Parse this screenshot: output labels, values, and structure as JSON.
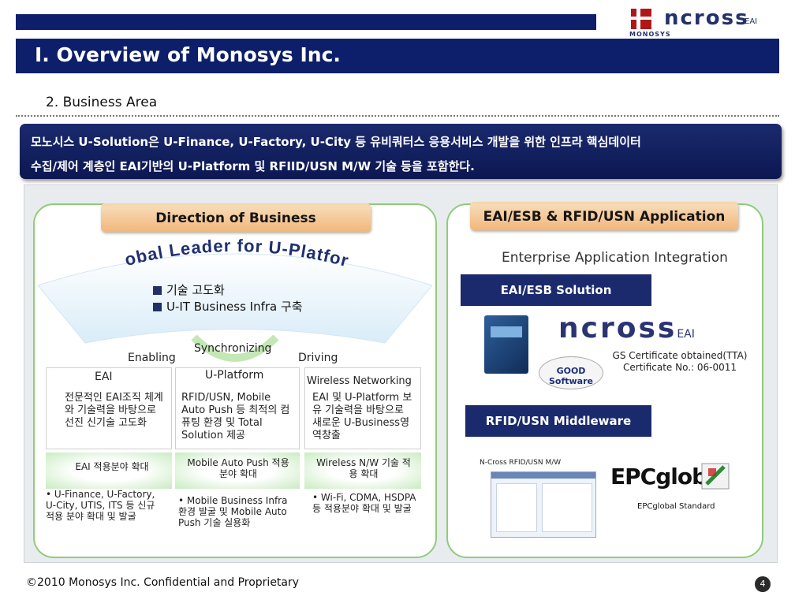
{
  "header": {
    "brand_name": "ncross",
    "brand_suffix": "EAI",
    "brand_sub": "MONOSYS",
    "title": "I. Overview of Monosys Inc."
  },
  "section": "2. Business Area",
  "banner": {
    "line1": "모노시스 U-Solution은 U-Finance, U-Factory, U-City 등 유비쿼터스 응용서비스 개발을 위한 인프라 핵심데이터",
    "line2": "수집/제어 계층인 EAI기반의 U-Platform  및 RFIID/USN M/W 기술 등을 포함한다."
  },
  "left_panel": {
    "heading": "Direction of Business",
    "arc_text": "Global Leader for U-Platform",
    "bullets": [
      "기술 고도화",
      "U-IT Business Infra 구축"
    ],
    "labels": {
      "enabling": "Enabling",
      "synchronizing": "Synchronizing",
      "driving": "Driving",
      "eai": "EAI",
      "uplatform": "U-Platform",
      "wireless": "Wireless Networking"
    },
    "columns": [
      {
        "desc": "전문적인 EAI조직 체계와 기술력을 바탕으로 선진 신기술 고도화",
        "band": "EAI 적용분야 확대",
        "bullet": "• U-Finance, U-Factory, U-City, UTIS, ITS 등 신규 적용 분야 확대 및 발굴"
      },
      {
        "desc": "RFID/USN, Mobile Auto Push 등 최적의 컴퓨팅 환경 및 Total Solution 제공",
        "band": "Mobile Auto Push 적용분야 확대",
        "bullet": "• Mobile Business Infra 환경 발굴 및 Mobile Auto Push 기술 실용화"
      },
      {
        "desc": "EAI 및 U-Platform 보유 기술력을 바탕으로 새로운 U-Business영역창출",
        "band": "Wireless N/W 기술 적용 확대",
        "bullet": "• Wi-Fi, CDMA, HSDPA 등 적용분야 확대 및 발굴"
      }
    ]
  },
  "right_panel": {
    "heading": "EAI/ESB & RFID/USN Application",
    "subheading": "Enterprise Application Integration",
    "eai_solution": "EAI/ESB Solution",
    "product_name": "ncross",
    "product_suffix": "EAI",
    "good_software": "GOOD Software",
    "cert_line1": "GS Certificate obtained(TTA)",
    "cert_line2": "Certificate No.: 06-0011",
    "rfid_middleware": "RFID/USN Middleware",
    "mw_caption": "N-Cross RFID/USN M/W",
    "epc_logo": "EPCglobal",
    "epc_standard": "EPCglobal  Standard"
  },
  "footer": {
    "copyright": "©2010 Monosys Inc. Confidential and Proprietary",
    "page": "4"
  }
}
